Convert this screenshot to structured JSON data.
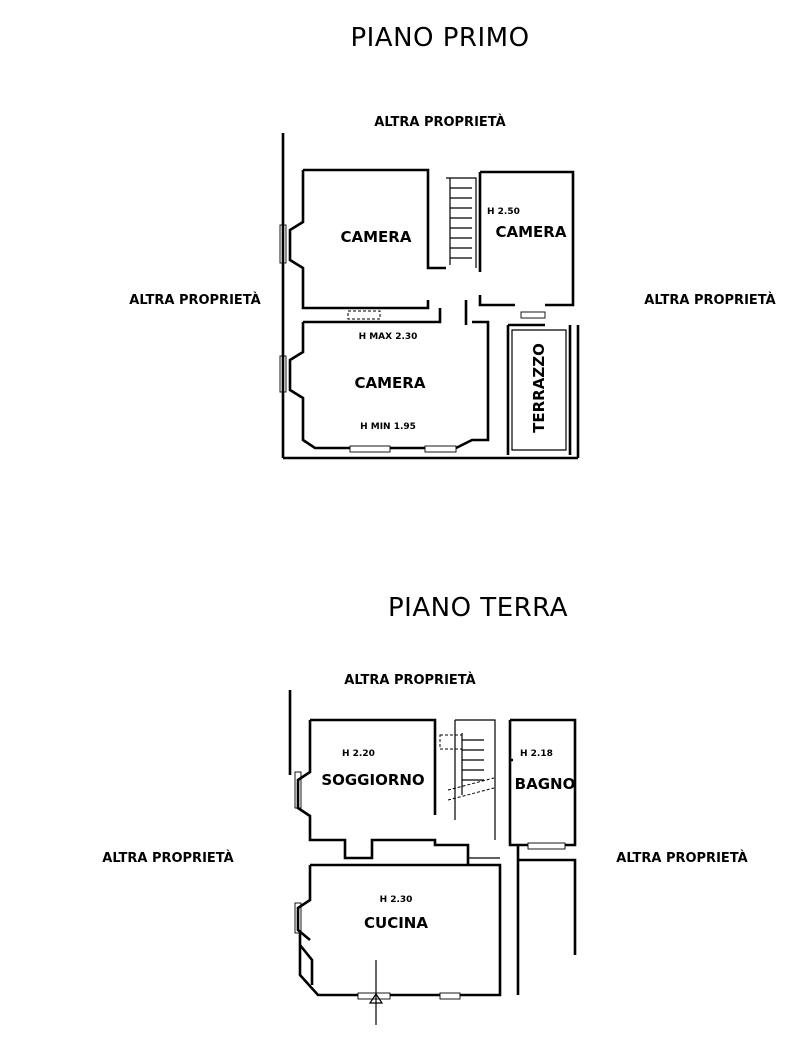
{
  "first_floor": {
    "title": "PIANO PRIMO",
    "neighbor_top": "ALTRA PROPRIETÀ",
    "neighbor_left": "ALTRA PROPRIETÀ",
    "neighbor_right": "ALTRA PROPRIETÀ",
    "rooms": {
      "camera_top_left": "CAMERA",
      "camera_top_right": "CAMERA",
      "camera_bottom": "CAMERA",
      "terrazzo": "TERRAZZO"
    },
    "heights": {
      "camera_top_right": "H 2.50",
      "camera_bottom_max": "H MAX 2.30",
      "camera_bottom_min": "H MIN 1.95"
    }
  },
  "ground_floor": {
    "title": "PIANO TERRA",
    "neighbor_top": "ALTRA PROPRIETÀ",
    "neighbor_left": "ALTRA PROPRIETÀ",
    "neighbor_right": "ALTRA PROPRIETÀ",
    "rooms": {
      "soggiorno": "SOGGIORNO",
      "bagno": "BAGNO",
      "cucina": "CUCINA"
    },
    "heights": {
      "soggiorno": "H 2.20",
      "bagno": "H 2.18",
      "cucina": "H 2.30"
    }
  }
}
